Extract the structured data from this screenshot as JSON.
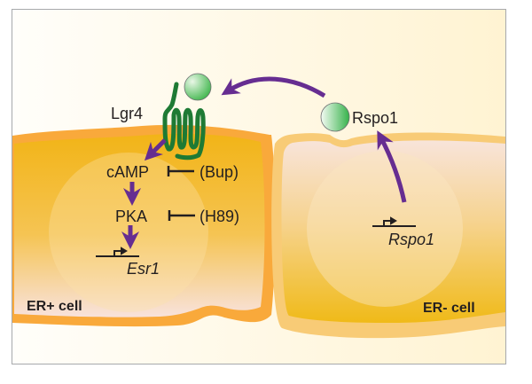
{
  "diagram": {
    "type": "signaling-pathway",
    "colors": {
      "background_top": "#fffdf3",
      "background_right": "#fff4d6",
      "er_pos_membrane": "#f9a93b",
      "er_pos_cytoplasm": "#f2b618",
      "er_neg_membrane": "#f8cb76",
      "er_neg_cytoplasm_top": "#f8e3d8",
      "er_neg_cytoplasm_bottom": "#f0bc1c",
      "nucleus": "#fbe6b8",
      "arrow": "#662d91",
      "receptor": "#1e7a34",
      "ligand": "#3cb54a",
      "frame": "#a7a9ac"
    },
    "cells": [
      {
        "id": "er-positive",
        "label": "ER+ cell"
      },
      {
        "id": "er-negative",
        "label": "ER- cell"
      }
    ],
    "nodes": {
      "receptor": "Lgr4",
      "ligand": "Rspo1",
      "second_messenger": "cAMP",
      "kinase": "PKA",
      "target_gene": "Esr1",
      "source_gene": "Rspo1"
    },
    "inhibitors": [
      {
        "target": "cAMP",
        "label": "(Bup)"
      },
      {
        "target": "PKA",
        "label": "(H89)"
      }
    ],
    "edges": [
      {
        "from": "Rspo1 gene",
        "to": "Rspo1 protein",
        "type": "activation"
      },
      {
        "from": "Rspo1 protein",
        "to": "Lgr4",
        "type": "activation"
      },
      {
        "from": "Lgr4",
        "to": "cAMP",
        "type": "activation"
      },
      {
        "from": "cAMP",
        "to": "PKA",
        "type": "activation"
      },
      {
        "from": "PKA",
        "to": "Esr1",
        "type": "activation"
      },
      {
        "from": "Bup",
        "to": "cAMP",
        "type": "inhibition"
      },
      {
        "from": "H89",
        "to": "PKA",
        "type": "inhibition"
      }
    ]
  }
}
